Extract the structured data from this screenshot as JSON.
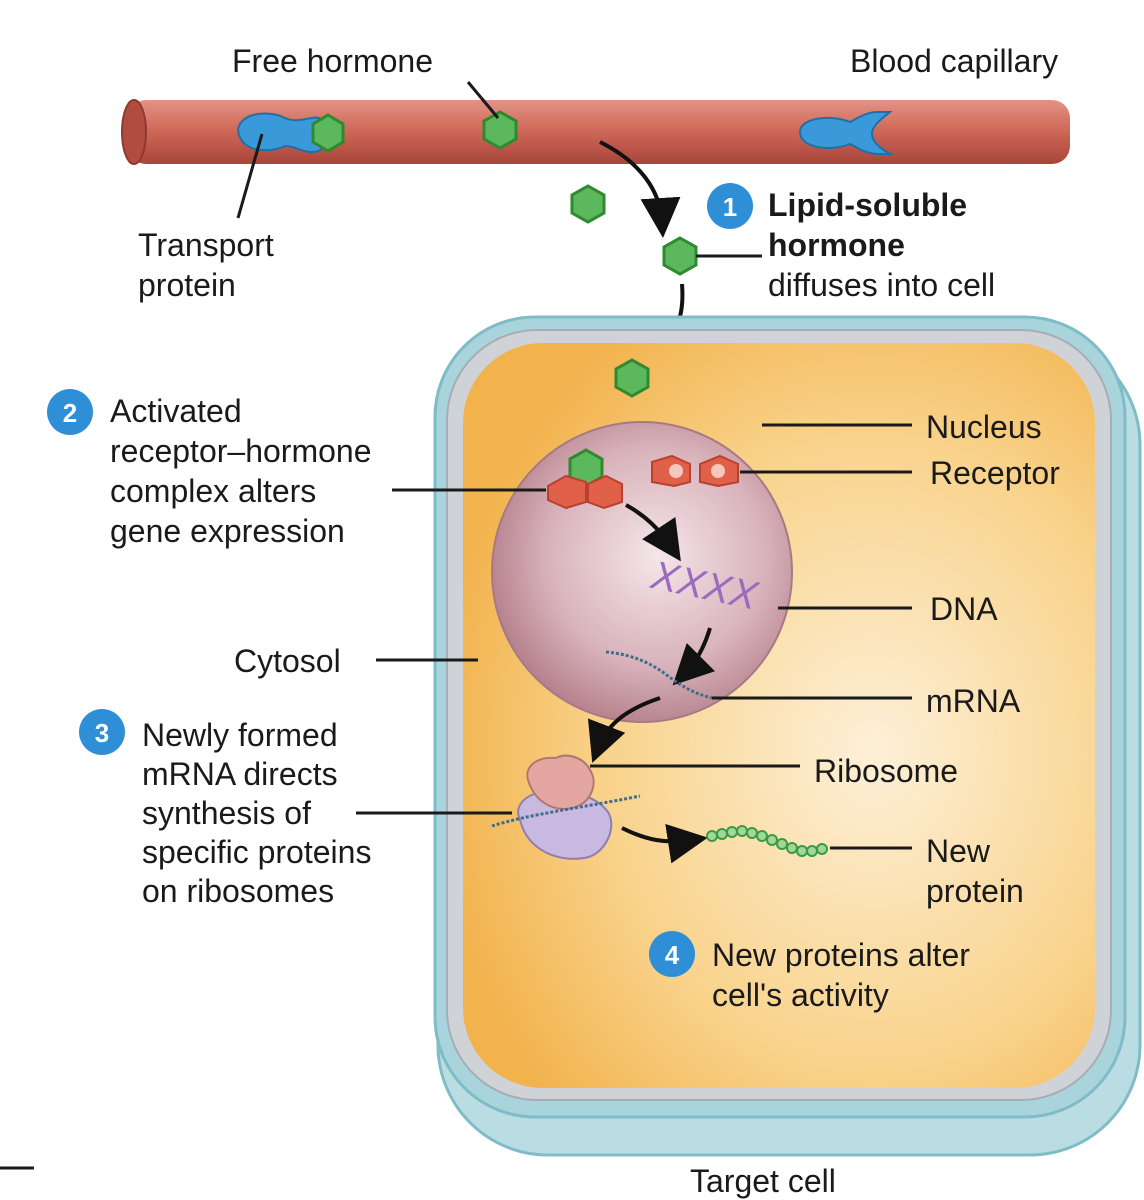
{
  "labels": {
    "free_hormone": "Free hormone",
    "blood_capillary": "Blood capillary",
    "transport_protein_1": "Transport",
    "transport_protein_2": "protein",
    "nucleus": "Nucleus",
    "receptor": "Receptor",
    "dna": "DNA",
    "cytosol": "Cytosol",
    "mrna": "mRNA",
    "ribosome": "Ribosome",
    "new_protein_1": "New",
    "new_protein_2": "protein",
    "target_cell": "Target cell"
  },
  "steps": [
    {
      "number": "1",
      "lines": [
        "Lipid-soluble",
        "hormone",
        "diffuses into cell"
      ]
    },
    {
      "number": "2",
      "lines": [
        "Activated",
        "receptor–hormone",
        "complex alters",
        "gene expression"
      ]
    },
    {
      "number": "3",
      "lines": [
        "Newly formed",
        "mRNA directs",
        "synthesis of",
        "specific proteins",
        "on ribosomes"
      ]
    },
    {
      "number": "4",
      "lines": [
        "New proteins alter",
        "cell's activity"
      ]
    }
  ],
  "dna_glyphs": "XXXX",
  "colors": {
    "capillary": "#c8584a",
    "hormone": "#5cb85c",
    "transport_protein": "#3a9ad9",
    "receptor": "#e0604a",
    "cell_cytosol": "#f6bf5a",
    "cell_membrane": "#cfd3d8",
    "cell_outline": "#7fbcc7",
    "nucleus": "#d9a6ad",
    "dna": "#9b6bc0",
    "step_badge": "#2e8fd6"
  }
}
